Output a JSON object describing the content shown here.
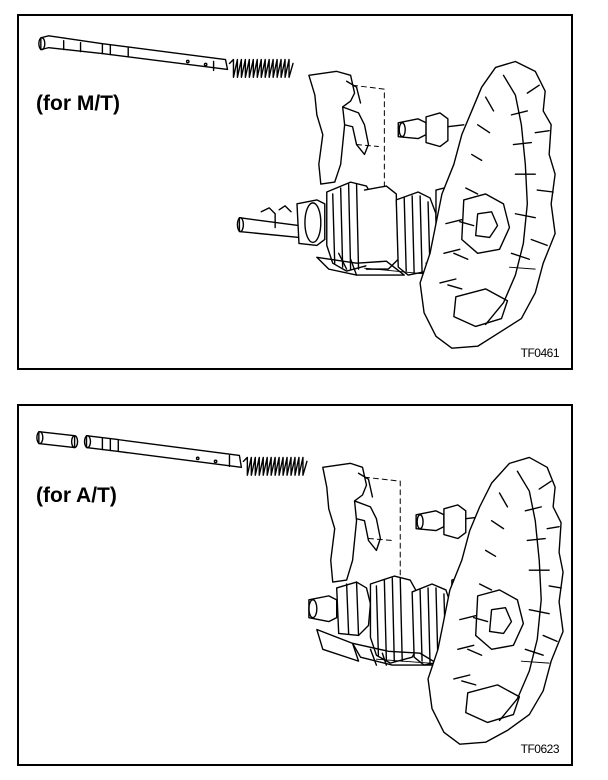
{
  "panels": [
    {
      "label": "(for M/T)",
      "code": "TF0461"
    },
    {
      "label": "(for A/T)",
      "code": "TF0623"
    }
  ]
}
